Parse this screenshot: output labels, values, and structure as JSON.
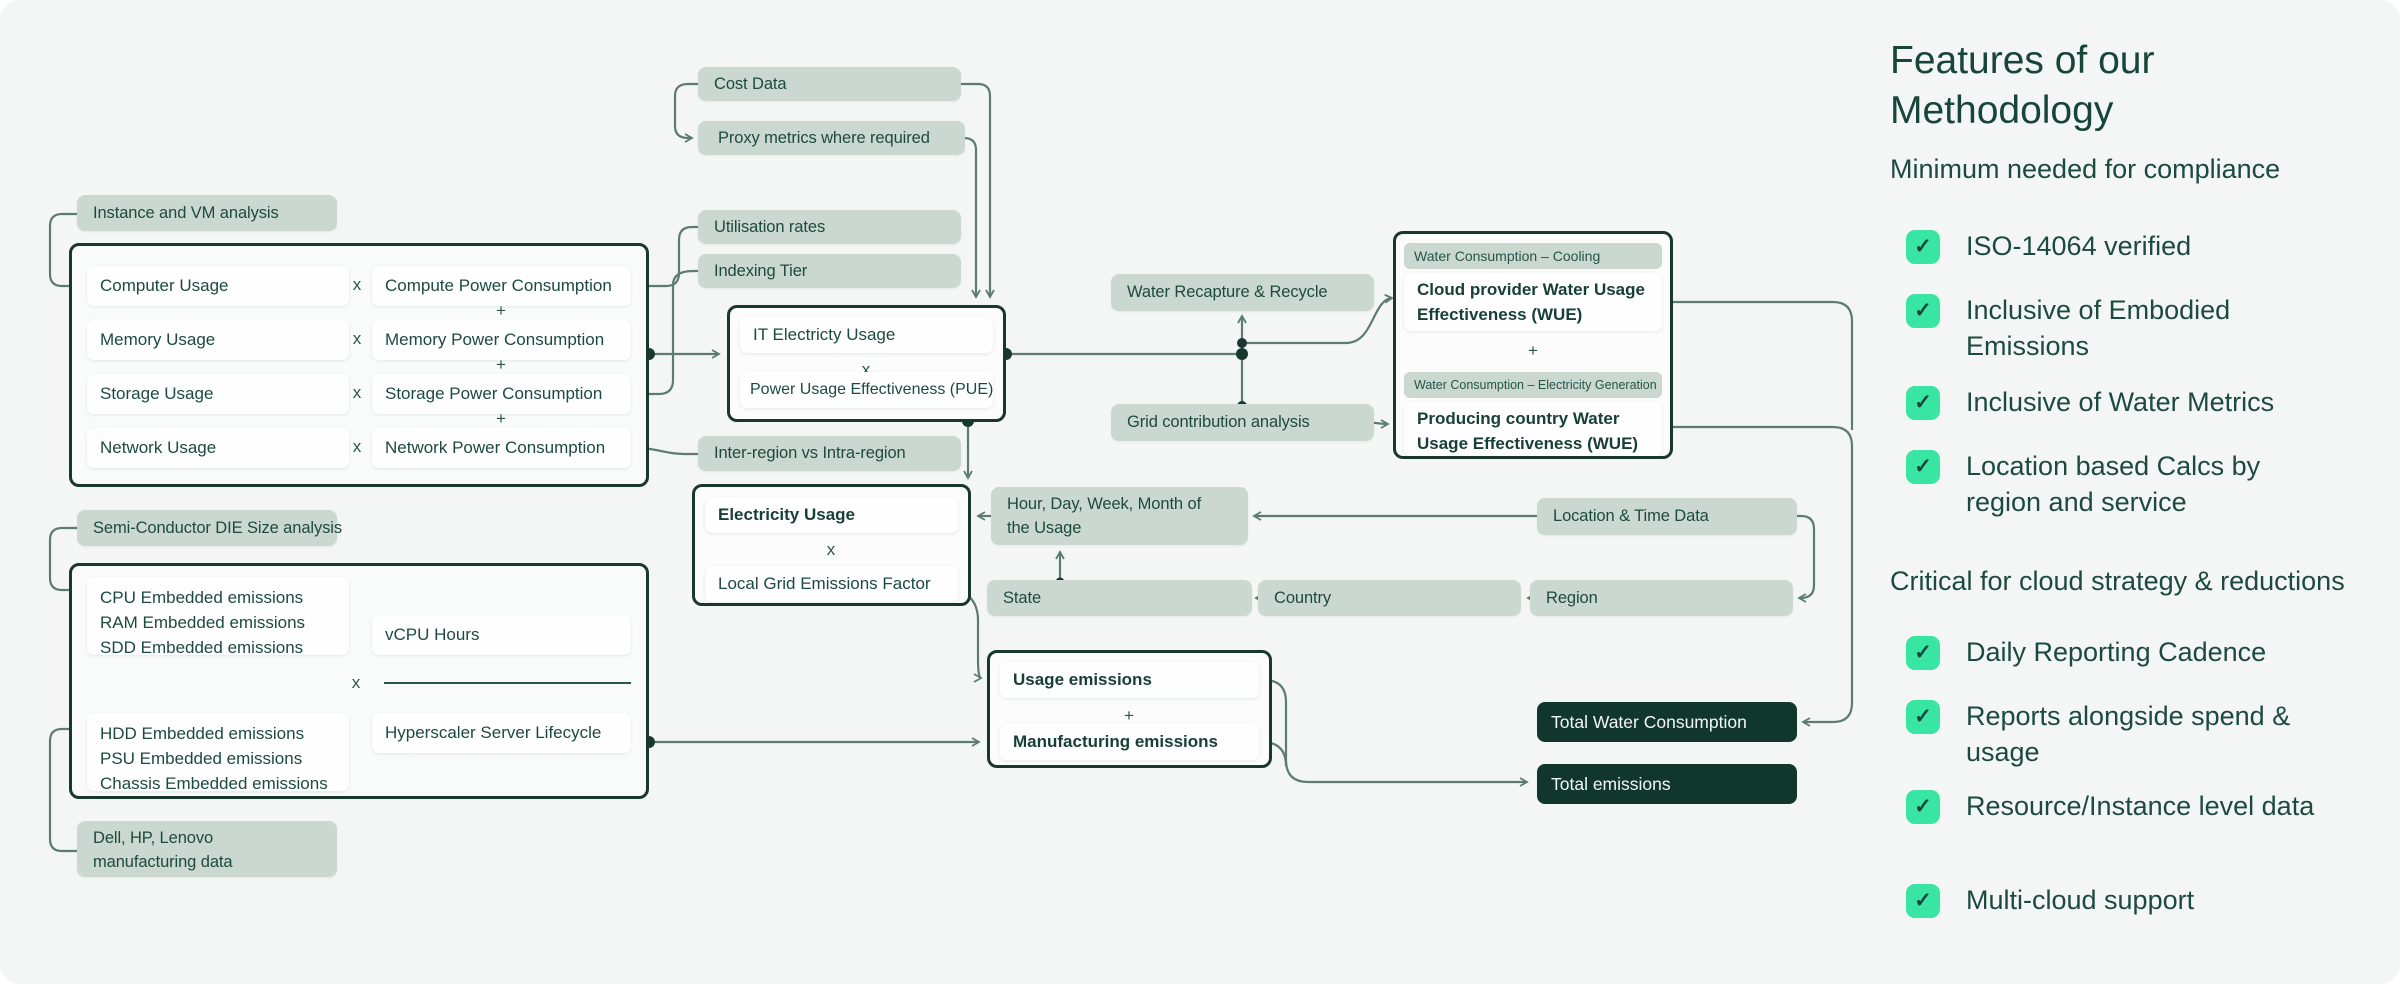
{
  "colors": {
    "background": "#f4f6f5",
    "tag_bg": "#cbd7d1",
    "border_dark": "#1a372e",
    "line": "#5c7b71",
    "dot": "#16382f",
    "accent_green": "#38e5a2",
    "dark_box_bg": "#11372c",
    "text": "#1d4a40"
  },
  "diagram": {
    "tags": {
      "instance": "Instance and VM analysis",
      "cost": "Cost Data",
      "proxy": "Proxy metrics where required",
      "utilisation": "Utilisation rates",
      "indexing": "Indexing Tier",
      "inter_region": "Inter-region vs Intra-region",
      "recapture": "Water Recapture & Recycle",
      "grid_contribution": "Grid contribution analysis",
      "hour": "Hour, Day, Week, Month of\nthe Usage",
      "state": "State",
      "country": "Country",
      "region": "Region",
      "location": "Location & Time Data",
      "semiconductor": "Semi-Conductor DIE Size analysis",
      "dell": "Dell, HP, Lenovo\nmanufacturing data"
    },
    "usage_box": {
      "rows": [
        {
          "left": "Computer Usage",
          "right": "Compute Power Consumption"
        },
        {
          "left": "Memory Usage",
          "right": "Memory Power Consumption"
        },
        {
          "left": "Storage Usage",
          "right": "Storage Power Consumption"
        },
        {
          "left": "Network Usage",
          "right": "Network Power Consumption"
        }
      ]
    },
    "it_box": {
      "top": "IT Electricty Usage",
      "bottom": "Power Usage Effectiveness (PUE)"
    },
    "electricity_box": {
      "top": "Electricity Usage",
      "bottom": "Local Grid Emissions Factor"
    },
    "water_box": {
      "chip1": "Water Consumption – Cooling",
      "card1": "Cloud provider Water Usage Effectiveness (WUE)",
      "chip2": "Water Consumption – Electricity Generation",
      "card2": "Producing country Water Usage Effectiveness (WUE)"
    },
    "emissions_box": {
      "top": "Usage emissions",
      "bottom": "Manufacturing emissions"
    },
    "embedded_box": {
      "cpu": "CPU Embedded emissions\nRAM Embedded emissions\nSDD Embedded emissions",
      "vcpu": "vCPU Hours",
      "hdd": "HDD Embedded emissions\nPSU Embedded emissions\nChassis Embedded emissions",
      "hyperscaler": "Hyperscaler Server Lifecycle"
    },
    "totals": {
      "water": "Total Water Consumption",
      "emissions": "Total emissions"
    },
    "ops": {
      "multiply": "x",
      "plus": "+",
      "arrow_left": "←"
    }
  },
  "panel": {
    "title": "Features of our Methodology",
    "subtitle_compliance": "Minimum needed for compliance",
    "compliance_items": [
      "ISO-14064 verified",
      "Inclusive of Embodied Emissions",
      "Inclusive of Water Metrics",
      "Location based Calcs by region and service"
    ],
    "subtitle_critical": "Critical for cloud strategy & reductions",
    "critical_items": [
      "Daily Reporting Cadence",
      "Reports alongside spend & usage",
      "Resource/Instance level data",
      "Multi-cloud support"
    ],
    "check_glyph": "✓"
  }
}
